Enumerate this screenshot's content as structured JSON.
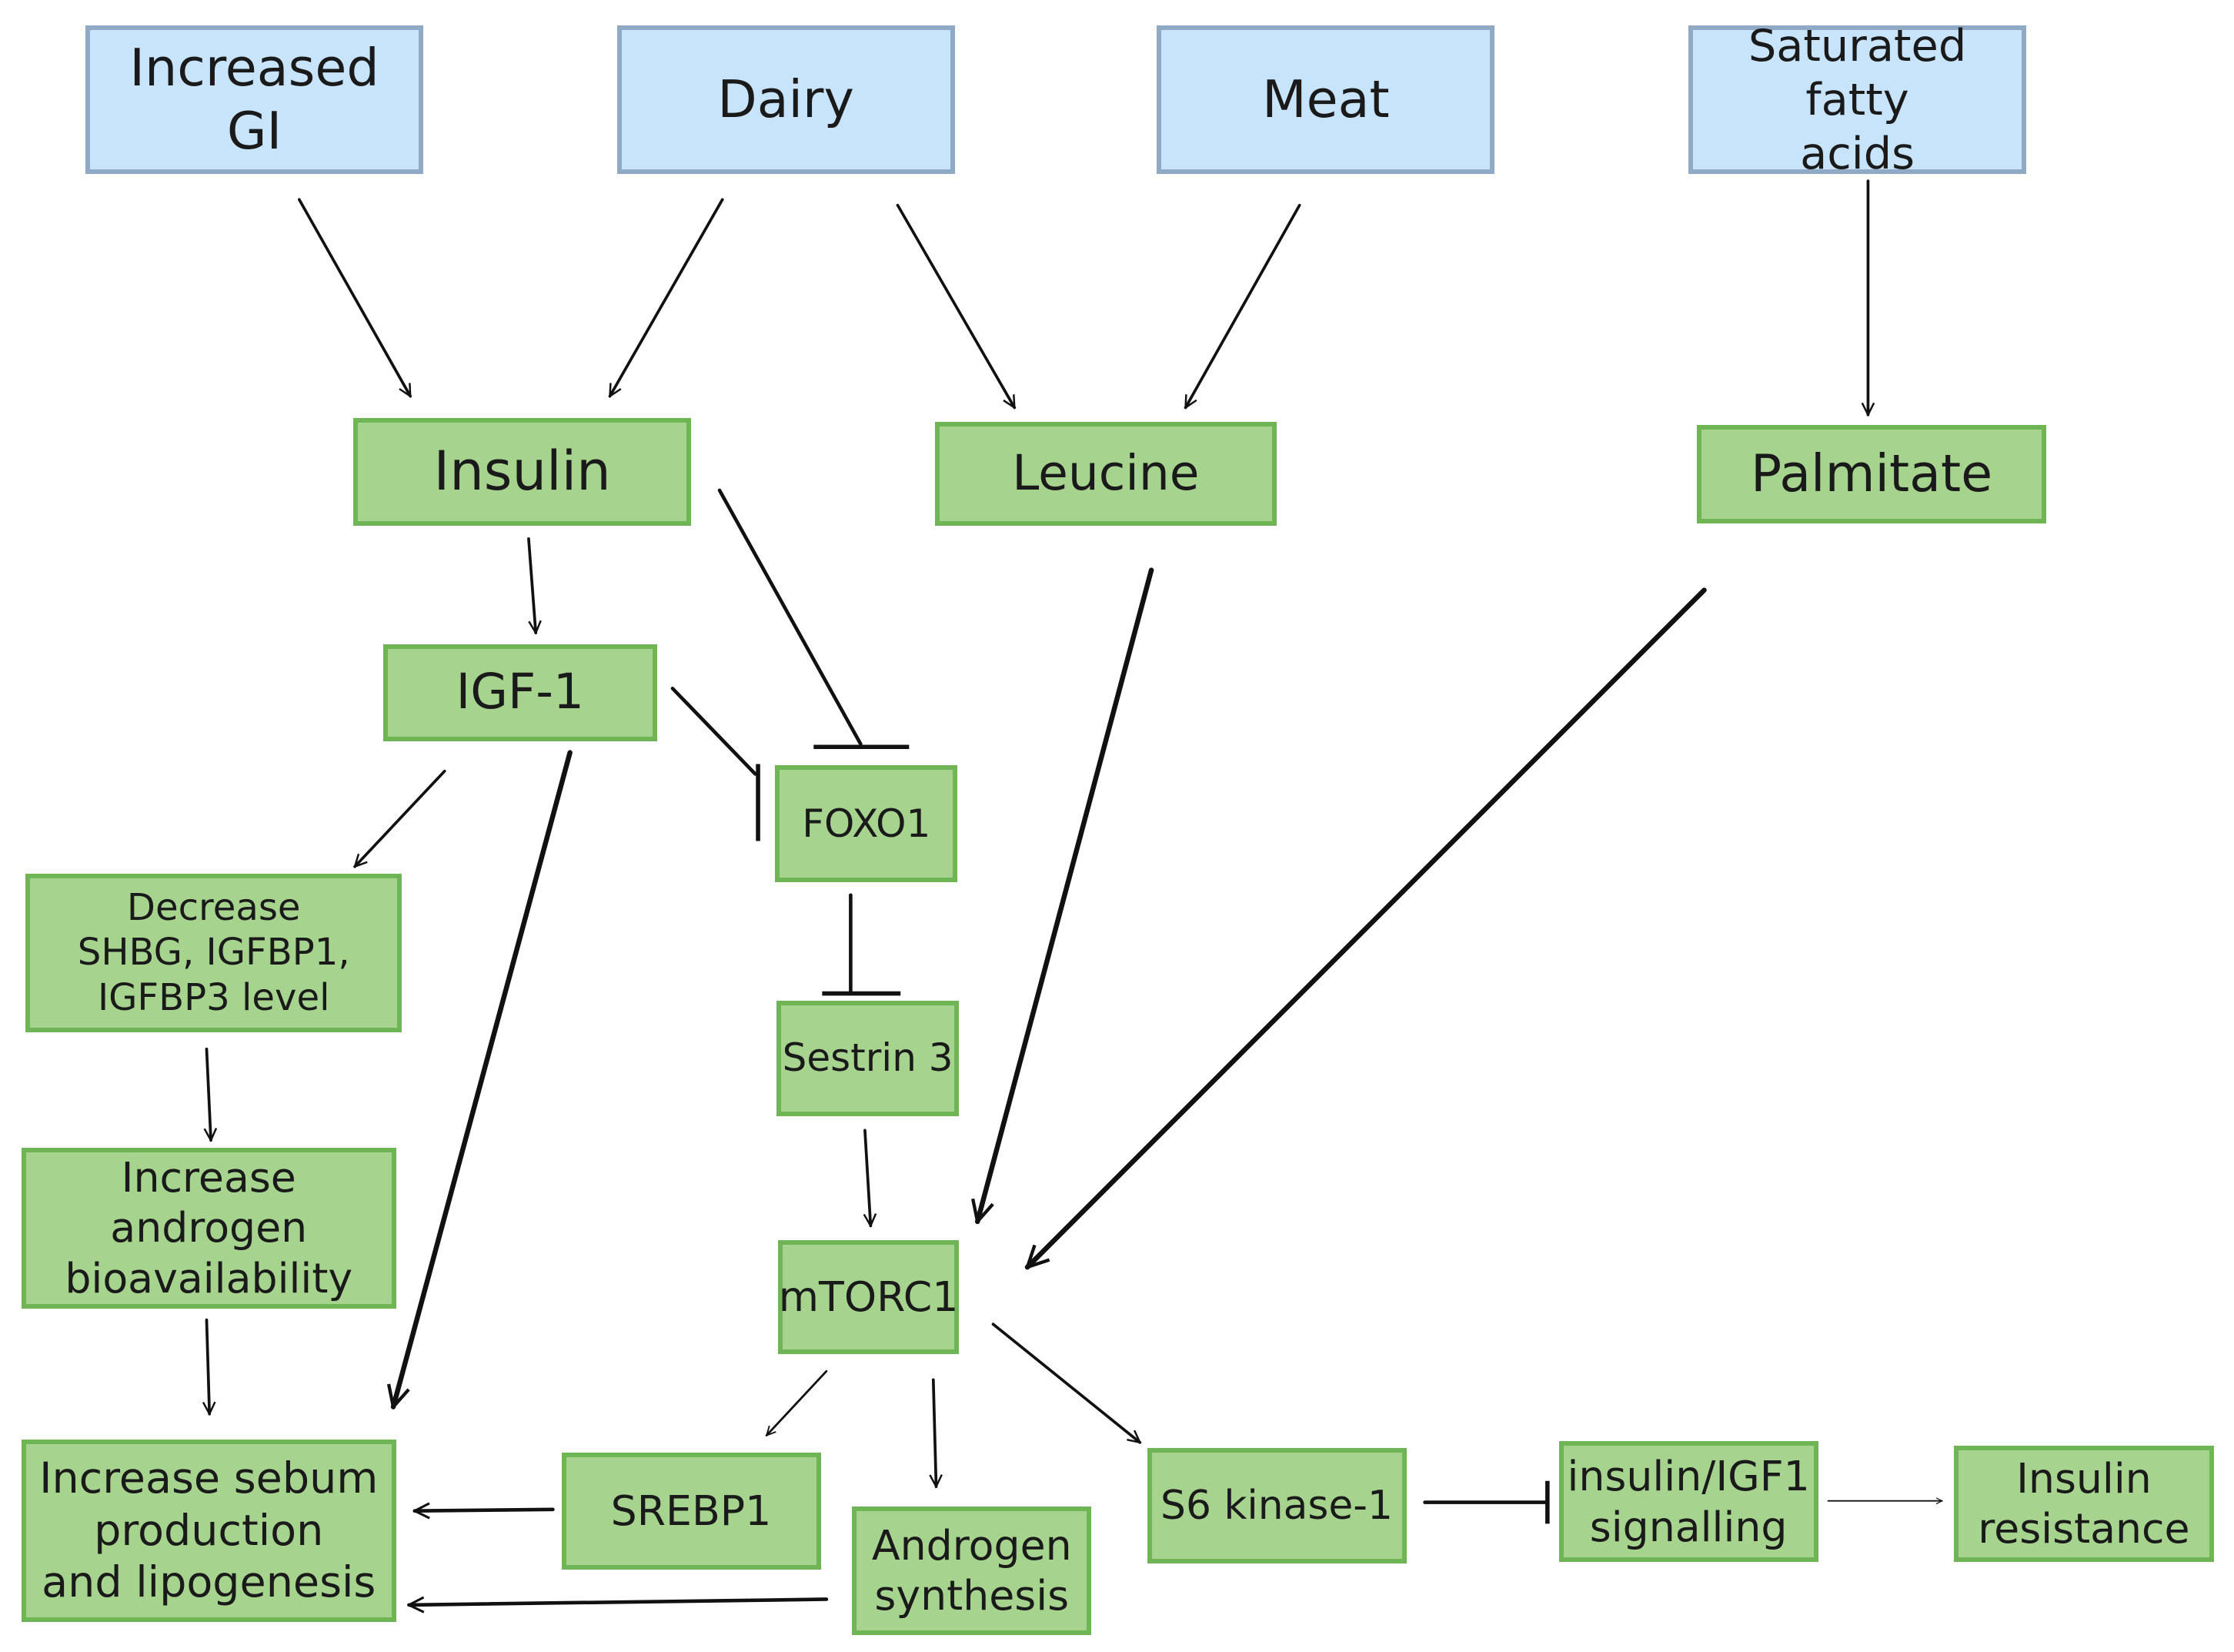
{
  "diagram": {
    "nodes": [
      {
        "id": "gi",
        "label": "Increased\nGI",
        "kind": "blue"
      },
      {
        "id": "dairy",
        "label": "Dairy",
        "kind": "blue"
      },
      {
        "id": "meat",
        "label": "Meat",
        "kind": "blue"
      },
      {
        "id": "sfa",
        "label": "Saturated fatty\nacids",
        "kind": "blue"
      },
      {
        "id": "insulin",
        "label": "Insulin",
        "kind": "green"
      },
      {
        "id": "leucine",
        "label": "Leucine",
        "kind": "green"
      },
      {
        "id": "palmitate",
        "label": "Palmitate",
        "kind": "green"
      },
      {
        "id": "igf1",
        "label": "IGF-1",
        "kind": "green"
      },
      {
        "id": "foxo1",
        "label": "FOXO1",
        "kind": "green"
      },
      {
        "id": "decrease",
        "label": "Decrease\nSHBG, IGFBP1,\nIGFBP3 level",
        "kind": "green"
      },
      {
        "id": "sestrin",
        "label": "Sestrin 3",
        "kind": "green"
      },
      {
        "id": "androgen_bio",
        "label": "Increase\nandrogen\nbioavailability",
        "kind": "green"
      },
      {
        "id": "mtorc1",
        "label": "mTORC1",
        "kind": "green"
      },
      {
        "id": "sebum",
        "label": "Increase sebum\nproduction\nand lipogenesis",
        "kind": "green"
      },
      {
        "id": "srebp1",
        "label": "SREBP1",
        "kind": "green"
      },
      {
        "id": "androgen_syn",
        "label": "Androgen\nsynthesis",
        "kind": "green"
      },
      {
        "id": "s6k",
        "label": "S6 kinase-1",
        "kind": "green"
      },
      {
        "id": "insigf",
        "label": "insulin/IGF1\nsignalling",
        "kind": "green"
      },
      {
        "id": "ins_res",
        "label": "Insulin\nresistance",
        "kind": "green"
      }
    ],
    "edges": [
      {
        "from": "gi",
        "to": "insulin",
        "type": "activate"
      },
      {
        "from": "dairy",
        "to": "insulin",
        "type": "activate"
      },
      {
        "from": "dairy",
        "to": "leucine",
        "type": "activate"
      },
      {
        "from": "meat",
        "to": "leucine",
        "type": "activate"
      },
      {
        "from": "sfa",
        "to": "palmitate",
        "type": "activate"
      },
      {
        "from": "insulin",
        "to": "igf1",
        "type": "activate"
      },
      {
        "from": "insulin",
        "to": "foxo1",
        "type": "inhibit"
      },
      {
        "from": "igf1",
        "to": "foxo1",
        "type": "inhibit"
      },
      {
        "from": "igf1",
        "to": "decrease",
        "type": "activate"
      },
      {
        "from": "igf1",
        "to": "sebum",
        "type": "activate"
      },
      {
        "from": "leucine",
        "to": "mtorc1",
        "type": "activate"
      },
      {
        "from": "palmitate",
        "to": "mtorc1",
        "type": "activate"
      },
      {
        "from": "foxo1",
        "to": "sestrin",
        "type": "inhibit"
      },
      {
        "from": "sestrin",
        "to": "mtorc1",
        "type": "activate"
      },
      {
        "from": "decrease",
        "to": "androgen_bio",
        "type": "activate"
      },
      {
        "from": "androgen_bio",
        "to": "sebum",
        "type": "activate"
      },
      {
        "from": "mtorc1",
        "to": "srebp1",
        "type": "activate"
      },
      {
        "from": "mtorc1",
        "to": "androgen_syn",
        "type": "activate"
      },
      {
        "from": "mtorc1",
        "to": "s6k",
        "type": "activate"
      },
      {
        "from": "srebp1",
        "to": "sebum",
        "type": "activate"
      },
      {
        "from": "androgen_syn",
        "to": "sebum",
        "type": "activate"
      },
      {
        "from": "s6k",
        "to": "insigf",
        "type": "inhibit"
      },
      {
        "from": "insigf",
        "to": "ins_res",
        "type": "activate"
      }
    ]
  },
  "colors": {
    "source_fill": "#c7e4fb",
    "source_border": "#90a9c4",
    "node_fill": "#a6d48e",
    "node_border": "#6fb556",
    "edge": "#111111"
  }
}
